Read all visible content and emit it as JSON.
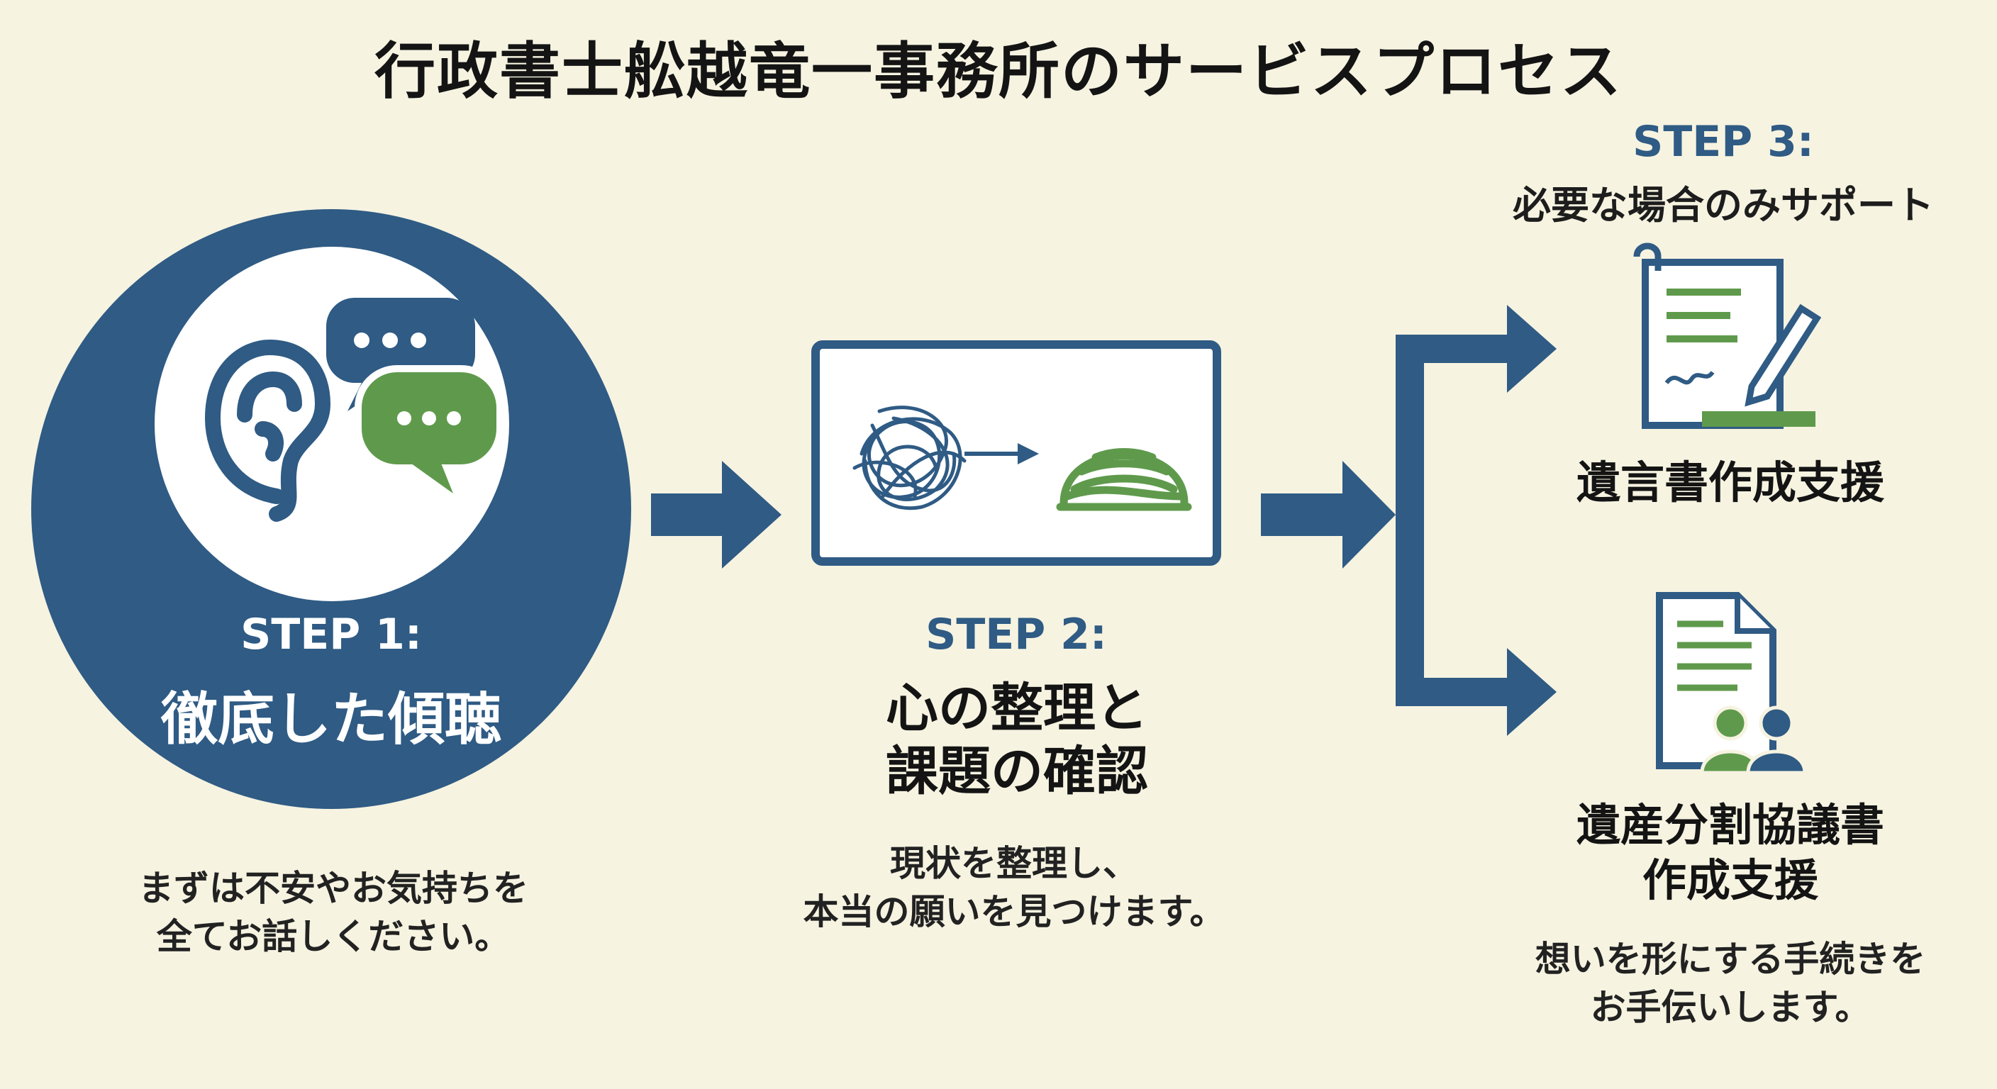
{
  "title": "行政書士舩越竜一事務所のサービスプロセス",
  "colors": {
    "background": "#f6f3e1",
    "blue": "#2f5b84",
    "green": "#5f9a4c"
  },
  "step1": {
    "label": "STEP 1:",
    "title": "徹底した傾聴",
    "description_line1": "まずは不安やお気持ちを",
    "description_line2": "全てお話しください。",
    "icons": [
      "ear-icon",
      "speech-bubble-icon",
      "chat-bubble-icon"
    ]
  },
  "step2": {
    "label": "STEP 2:",
    "title_line1": "心の整理と",
    "title_line2": "課題の確認",
    "description_line1": "現状を整理し、",
    "description_line2": "本当の願いを見つけます。",
    "icons": [
      "tangled-thread-icon",
      "arrow-right-icon",
      "yarn-ball-icon"
    ]
  },
  "step3": {
    "label": "STEP 3:",
    "subtitle": "必要な場合のみサポート",
    "option1": {
      "title": "遺言書作成支援",
      "icon": "scroll-pen-icon"
    },
    "option2": {
      "title_line1": "遺産分割協議書",
      "title_line2": "作成支援",
      "icon": "document-people-icon"
    },
    "description_line1": "想いを形にする手続きを",
    "description_line2": "お手伝いします。"
  }
}
